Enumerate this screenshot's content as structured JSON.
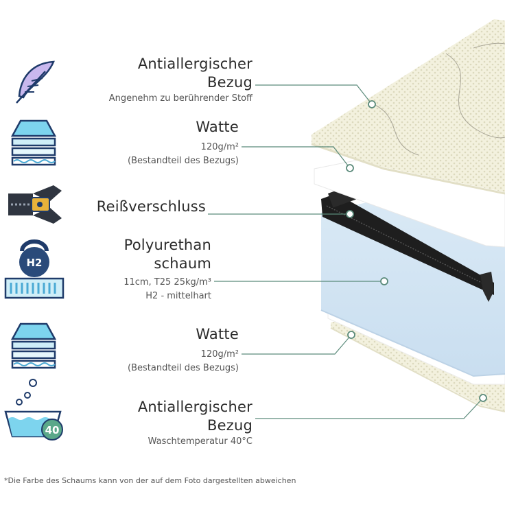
{
  "layers": [
    {
      "title_lines": [
        "Antiallergischer",
        "Bezug"
      ],
      "subtitle_lines": [
        "Angenehm zu berührender Stoff"
      ],
      "icon": "feather-icon"
    },
    {
      "title_lines": [
        "Watte"
      ],
      "subtitle_lines": [
        "120g/m²",
        "(Bestandteil des Bezugs)"
      ],
      "icon": "batting-layers-icon"
    },
    {
      "title_lines": [
        "Reißverschluss"
      ],
      "subtitle_lines": [],
      "icon": "zipper-icon"
    },
    {
      "title_lines": [
        "Polyurethan",
        "schaum"
      ],
      "subtitle_lines": [
        "11cm, T25 25kg/m³",
        "H2 - mittelhart"
      ],
      "icon": "kettlebell-foam-icon",
      "badge": "H2"
    },
    {
      "title_lines": [
        "Watte"
      ],
      "subtitle_lines": [
        "120g/m²",
        "(Bestandteil des Bezugs)"
      ],
      "icon": "batting-layers-icon"
    },
    {
      "title_lines": [
        "Antiallergischer",
        "Bezug"
      ],
      "subtitle_lines": [
        "Waschtemperatur 40°C"
      ],
      "icon": "wash-basin-icon",
      "badge": "40"
    }
  ],
  "footnote": "*Die Farbe des Schaums kann von der auf dem Foto dargestellten abweichen",
  "colors": {
    "accent": "#5a8a7a",
    "cover": "#f1efdc",
    "foam": "#d7e8f4",
    "zipper": "#1e1e1e",
    "icon_blue": "#7dd4ee",
    "icon_navy": "#1f3b6a"
  }
}
